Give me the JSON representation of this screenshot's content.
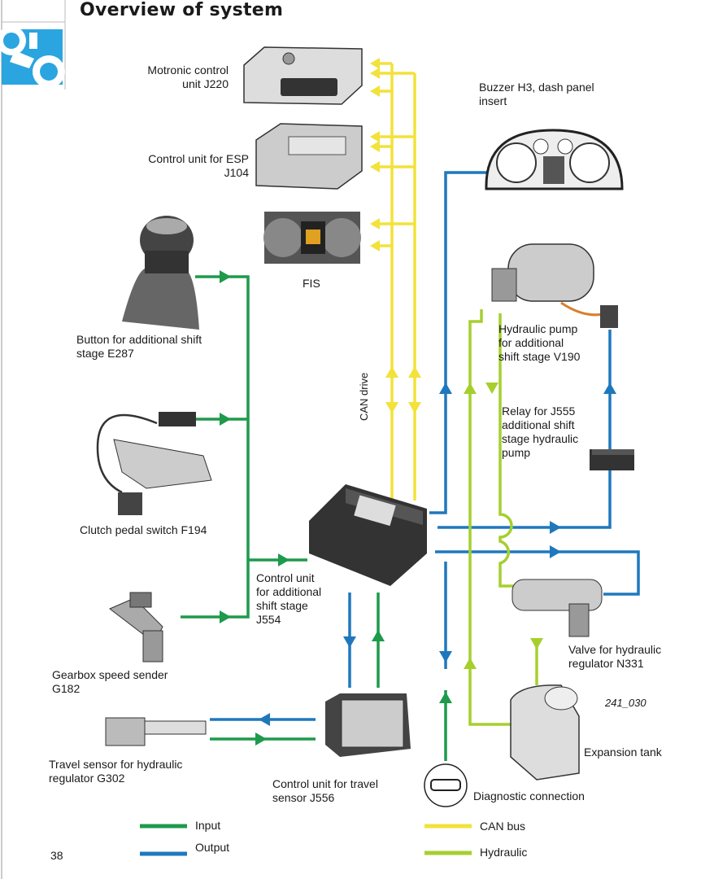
{
  "title": "Overview of system",
  "page_number": "38",
  "figure_ref": "241_030",
  "bus_label": "CAN drive",
  "components": {
    "j220": "Motronic control\nunit J220",
    "j104": "Control unit for ESP\nJ104",
    "fis": "FIS",
    "buzzer": "Buzzer H3, dash panel\ninsert",
    "e287": "Button for additional shift\nstage E287",
    "v190": "Hydraulic pump\nfor additional\nshift stage V190",
    "relay": "Relay for J555\nadditional shift\nstage hydraulic\npump",
    "f194": "Clutch pedal switch F194",
    "j554": "Control unit\nfor additional\nshift stage\nJ554",
    "n331": "Valve for hydraulic\nregulator N331",
    "g182": "Gearbox speed sender\nG182",
    "tank": "Expansion tank",
    "g302": "Travel sensor for hydraulic\nregulator G302",
    "j556": "Control unit for travel\nsensor J556",
    "diag": "Diagnostic connection"
  },
  "legend": [
    {
      "label": "Input",
      "color": "#1e9a4c"
    },
    {
      "label": "Output",
      "color": "#1f78bd"
    },
    {
      "label": "CAN bus",
      "color": "#f2e23a"
    },
    {
      "label": "Hydraulic",
      "color": "#a6cf2e"
    }
  ]
}
